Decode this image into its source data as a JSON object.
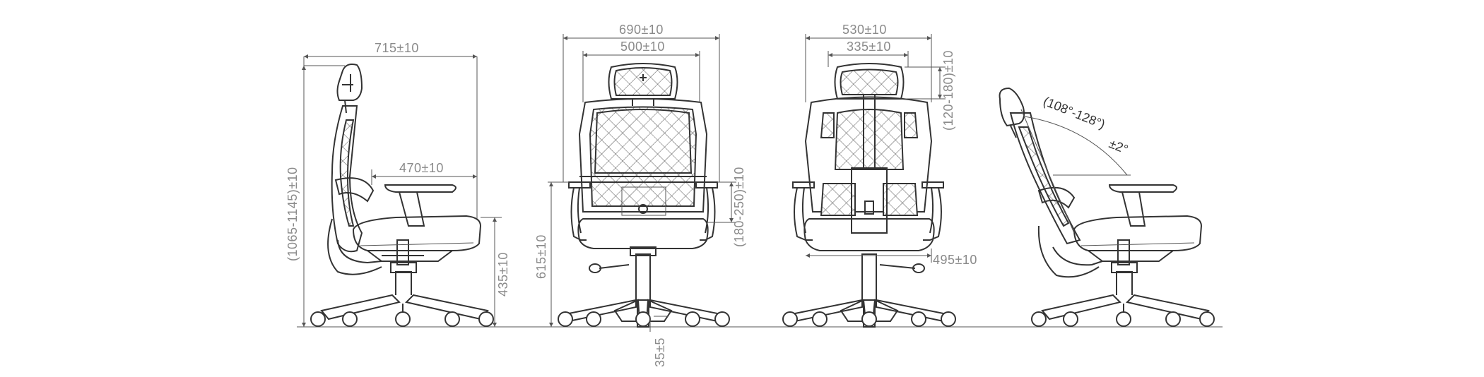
{
  "colors": {
    "line": "#333333",
    "dimension": "#8a8a8a",
    "background": "#ffffff"
  },
  "dimensions": {
    "side_depth": "715±10",
    "side_seat_depth": "470±10",
    "side_total_height": "(1065-1145)±10",
    "side_seat_height": "435±10",
    "front_width": "690±10",
    "front_back_width": "500±10",
    "front_arm_height": "615±10",
    "front_arm_adjust": "(180-250)±10",
    "base_offset": "35±5",
    "rear_width": "530±10",
    "rear_headrest_width": "335±10",
    "rear_headrest_adjust": "(120-180)±10",
    "rear_seat_width": "495±10",
    "recline_angle": "(108°-128°)",
    "recline_tolerance": "±2°"
  }
}
